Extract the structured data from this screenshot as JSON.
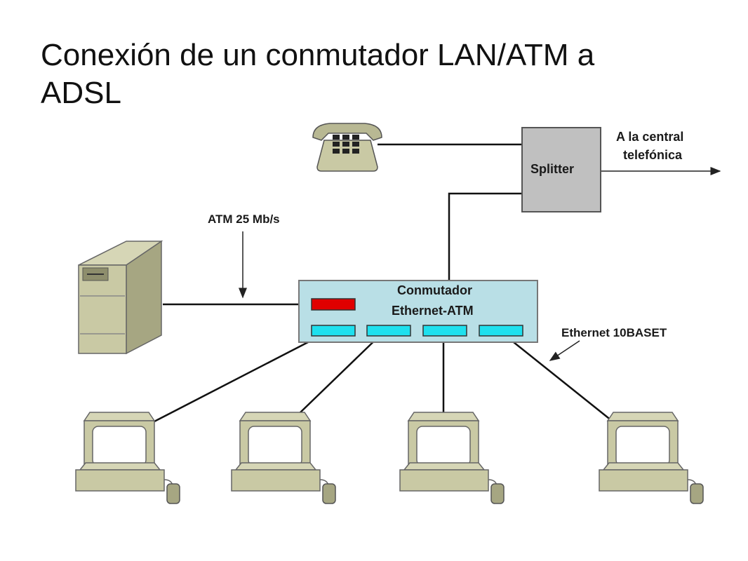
{
  "title": {
    "line1": "Conexión de un conmutador LAN/ATM a",
    "line2": "ADSL"
  },
  "labels": {
    "splitter": "Splitter",
    "central_line1": "A la central",
    "central_line2": "telefónica",
    "atm": "ATM 25 Mb/s",
    "switch_line1": "Conmutador",
    "switch_line2": "Ethernet-ATM",
    "ethernet": "Ethernet 10BASET"
  },
  "colors": {
    "switch_body": "#b9dfe6",
    "ethernet_port": "#1ee0ee",
    "atm_port": "#e00000",
    "splitter": "#c0c0c0",
    "device": "#c9c9a4"
  },
  "icons": [
    "telephone-icon",
    "server-icon",
    "pc-icon"
  ]
}
